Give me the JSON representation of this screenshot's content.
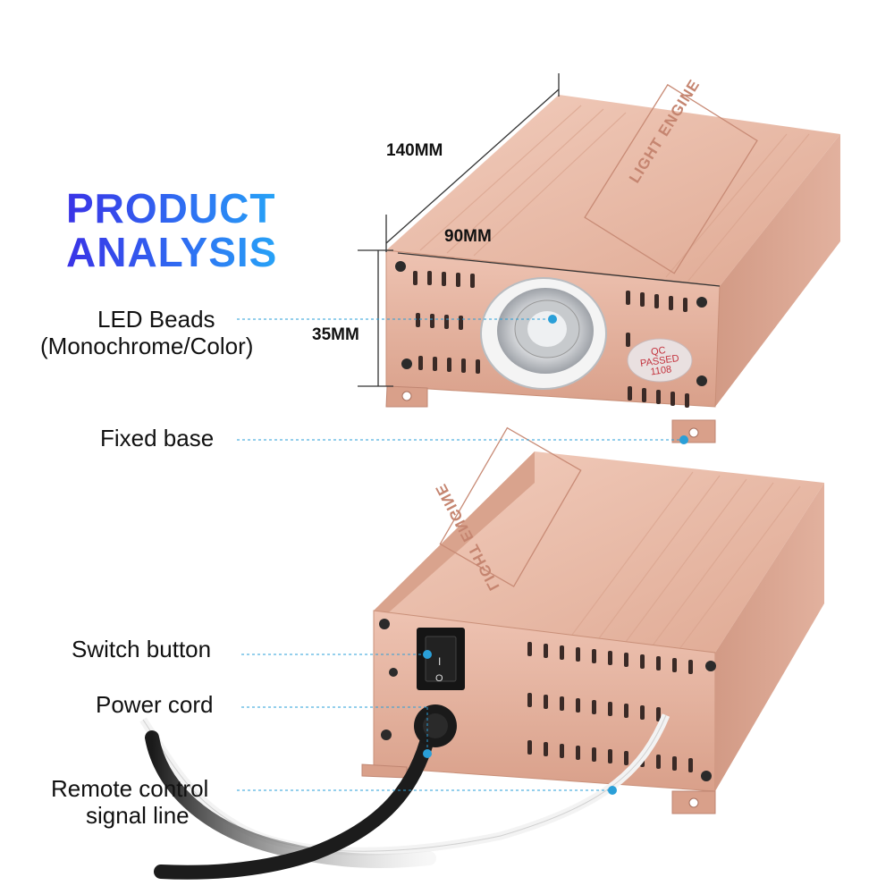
{
  "title": {
    "line1": "PRODUCT",
    "line2": "ANALYSIS"
  },
  "dimensions": {
    "length": "140MM",
    "width": "90MM",
    "height": "35MM"
  },
  "labels": {
    "led_line1": "LED Beads",
    "led_line2": "(Monochrome/Color)",
    "fixed_base": "Fixed base",
    "switch_button": "Switch button",
    "power_cord": "Power cord",
    "remote_line1": "Remote control",
    "remote_line2": "signal line"
  },
  "device": {
    "top_name": "LIGHT ENGINE",
    "bottom_name": "LIGHT ENGINE",
    "qc_line1": "QC",
    "qc_line2": "PASSED",
    "qc_line3": "1108"
  },
  "colors": {
    "title_gradient": [
      "#3a33e6",
      "#27a3f7"
    ],
    "housing": "#e7b7a3",
    "callout_line": "#2a9fd8",
    "callout_dot": "#2a9fd8"
  }
}
